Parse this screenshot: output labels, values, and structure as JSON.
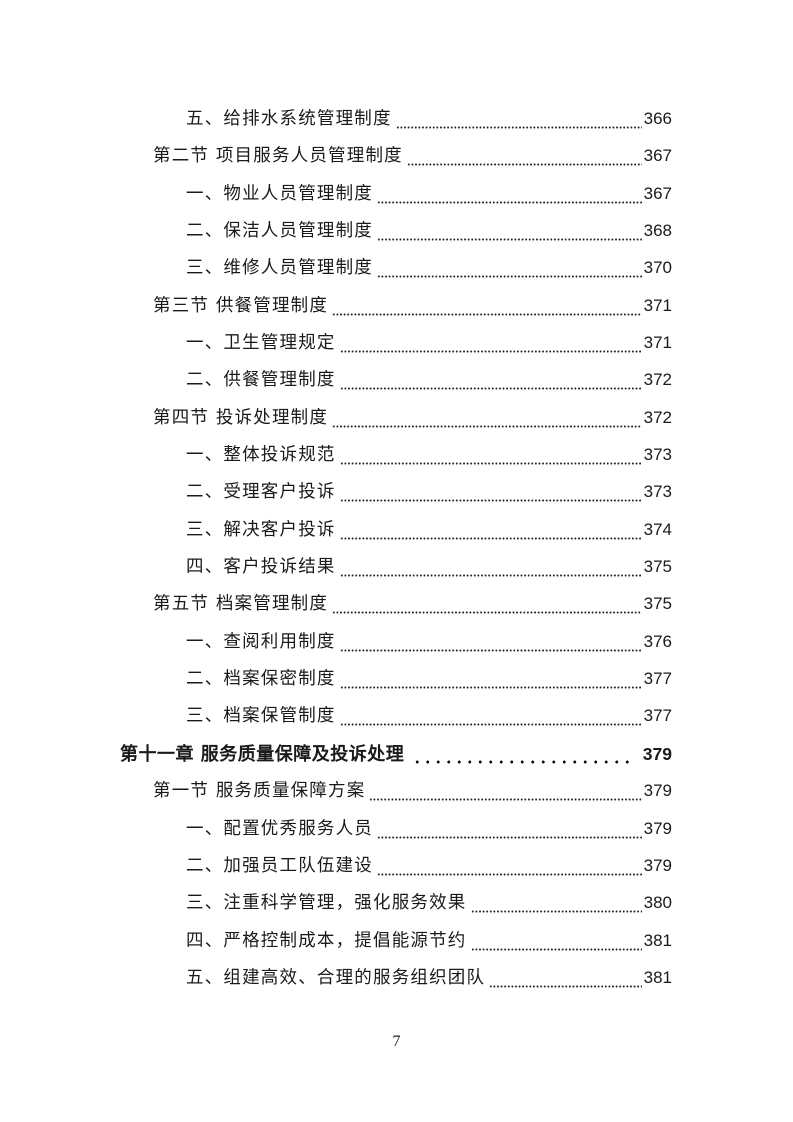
{
  "toc": {
    "entries": [
      {
        "level": "item",
        "title": "五、给排水系统管理制度",
        "page": "366"
      },
      {
        "level": "section",
        "title": "第二节  项目服务人员管理制度",
        "page": "367"
      },
      {
        "level": "item",
        "title": "一、物业人员管理制度",
        "page": "367"
      },
      {
        "level": "item",
        "title": "二、保洁人员管理制度",
        "page": "368"
      },
      {
        "level": "item",
        "title": "三、维修人员管理制度",
        "page": "370"
      },
      {
        "level": "section",
        "title": "第三节  供餐管理制度",
        "page": "371"
      },
      {
        "level": "item",
        "title": "一、卫生管理规定",
        "page": "371"
      },
      {
        "level": "item",
        "title": "二、供餐管理制度",
        "page": "372"
      },
      {
        "level": "section",
        "title": "第四节  投诉处理制度",
        "page": "372"
      },
      {
        "level": "item",
        "title": "一、整体投诉规范",
        "page": "373"
      },
      {
        "level": "item",
        "title": "二、受理客户投诉",
        "page": "373"
      },
      {
        "level": "item",
        "title": "三、解决客户投诉",
        "page": "374"
      },
      {
        "level": "item",
        "title": "四、客户投诉结果",
        "page": "375"
      },
      {
        "level": "section",
        "title": "第五节  档案管理制度",
        "page": "375"
      },
      {
        "level": "item",
        "title": "一、查阅利用制度",
        "page": "376"
      },
      {
        "level": "item",
        "title": "二、档案保密制度",
        "page": "377"
      },
      {
        "level": "item",
        "title": "三、档案保管制度",
        "page": "377"
      },
      {
        "level": "chapter",
        "title": "第十一章  服务质量保障及投诉处理",
        "page": "379"
      },
      {
        "level": "section",
        "title": "第一节  服务质量保障方案",
        "page": "379"
      },
      {
        "level": "item",
        "title": "一、配置优秀服务人员",
        "page": "379"
      },
      {
        "level": "item",
        "title": "二、加强员工队伍建设",
        "page": "379"
      },
      {
        "level": "item",
        "title": "三、注重科学管理，强化服务效果",
        "page": "380"
      },
      {
        "level": "item",
        "title": "四、严格控制成本，提倡能源节约",
        "page": "381"
      },
      {
        "level": "item",
        "title": "五、组建高效、合理的服务组织团队",
        "page": "381"
      }
    ]
  },
  "footer": {
    "page_number": "7"
  }
}
